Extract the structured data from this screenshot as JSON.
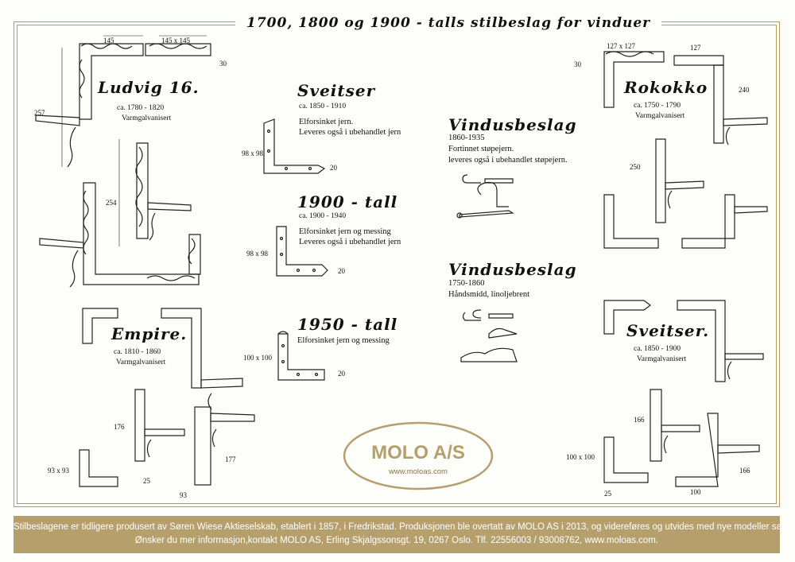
{
  "title": "1700, 1800 og 1900 - talls stilbeslag for vinduer",
  "brand": {
    "name": "MOLO A/S",
    "url": "www.moloas.com",
    "accent": "#b5a06d"
  },
  "ludvig": {
    "name": "Ludvig 16.",
    "period": "ca. 1780 - 1820",
    "finish": "Varmgalvanisert",
    "dims": [
      "145",
      "145 x 145",
      "30",
      "257",
      "254"
    ]
  },
  "sveitser1": {
    "name": "Sveitser",
    "period": "ca. 1850 - 1910",
    "line1": "Elforsinket jern.",
    "line2": "Leveres også i ubehandlet jern",
    "dims": [
      "98 x 98",
      "20"
    ]
  },
  "tall1900": {
    "name": "1900 - tall",
    "period": "ca. 1900 - 1940",
    "line1": "Elforsinket jern og messing",
    "line2": "Leveres også i ubehandlet jern",
    "dims": [
      "98 x 98",
      "20"
    ]
  },
  "tall1950": {
    "name": "1950 - tall",
    "line1": "Elforsinket jern og messing",
    "dims": [
      "100 x 100",
      "20"
    ]
  },
  "vindus1": {
    "name": "Vindusbeslag",
    "period": "1860-1935",
    "line1": "Fortinnet støpejern.",
    "line2": "leveres også i ubehandlet støpejern."
  },
  "vindus2": {
    "name": "Vindusbeslag",
    "period": "1750-1860",
    "line1": "Håndsmidd, linoljebrent"
  },
  "empire": {
    "name": "Empire.",
    "period": "ca. 1810 - 1860",
    "finish": "Varmgalvanisert",
    "dims": [
      "176",
      "93 x 93",
      "25",
      "93",
      "177"
    ]
  },
  "rokokko": {
    "name": "Rokokko",
    "period": "ca. 1750 - 1790",
    "finish": "Varmgalvanisert",
    "dims": [
      "127 x 127",
      "127",
      "30",
      "240",
      "250"
    ]
  },
  "sveitser2": {
    "name": "Sveitser.",
    "period": "ca. 1850 - 1900",
    "finish": "Varmgalvanisert",
    "dims": [
      "166",
      "100 x 100",
      "25",
      "100",
      "166"
    ]
  },
  "footer": {
    "line1": "Stilbeslagene er tidligere produsert av Søren Wiese Aktieselskab, etablert i 1857, i Fredrikstad. Produksjonen ble overtatt av MOLO AS i 2013, og videreføres og utvides med nye modeller samme sted.",
    "line2": "Ønsker du mer informasjon,kontakt MOLO AS, Erling Skjalgssonsgt. 19, 0267 Oslo. Tlf. 22556003 / 93008762, www.moloas.com."
  }
}
